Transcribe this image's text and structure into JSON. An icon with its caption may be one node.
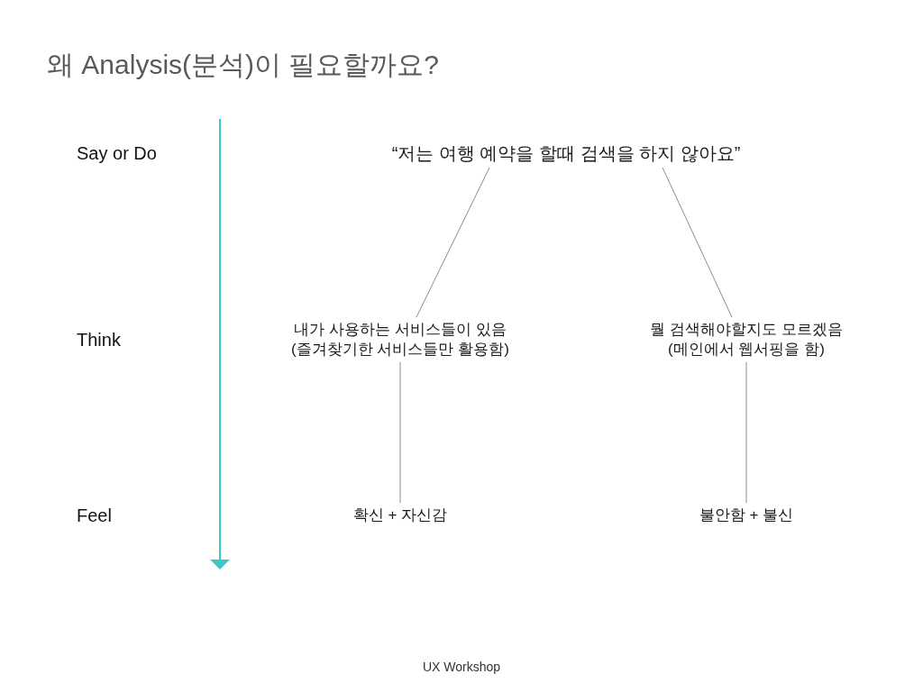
{
  "diagram": {
    "title": "왜 Analysis(분석)이 필요할까요?",
    "nodes": [
      {
        "text": [
          "“저는 여행 예약을 할때 검색을 하지 않아요”"
        ]
      },
      {
        "text": [
          "내가 사용하는 서비스들이 있음 (즐겨찾기한 서비스들만 활용함)"
        ]
      },
      {
        "text": [
          "뭘 검색해야할지도 모르겠음 (메인에서 웹서핑을 함)"
        ]
      },
      {
        "text": [
          "확신 + 자신감"
        ]
      },
      {
        "text": [
          "불안함 + 불신"
        ]
      }
    ],
    "edges": [
      {
        "from": 0,
        "to": 1,
        "arrow": "none"
      },
      {
        "from": 0,
        "to": 2,
        "arrow": "none"
      },
      {
        "from": 1,
        "to": 3,
        "arrow": "none"
      },
      {
        "from": 2,
        "to": 4,
        "arrow": "none"
      }
    ],
    "labels": [
      "Say or Do",
      "Think",
      "Feel",
      "UX Workshop"
    ]
  }
}
